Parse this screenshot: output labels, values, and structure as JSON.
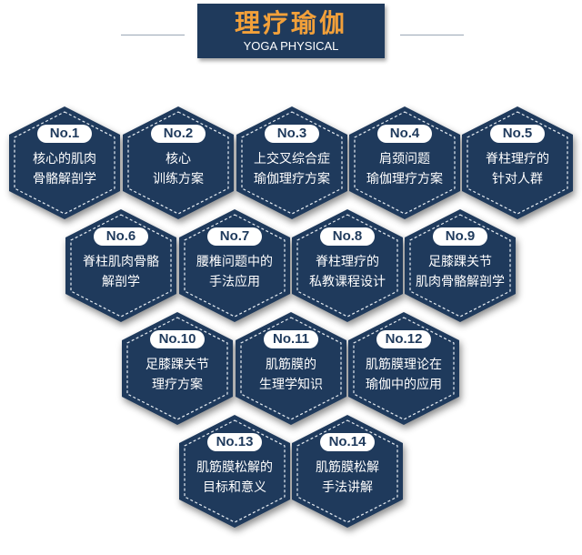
{
  "header": {
    "title": "理疗瑜伽",
    "subtitle": "YOGA PHYSICAL"
  },
  "colors": {
    "hex_fill": "#1f3a5c",
    "hex_dash": "#e6ecf2",
    "title_text": "#f2a03a",
    "badge_bg": "#ffffff"
  },
  "courses": [
    {
      "no": "No.1",
      "line1": "核心的肌肉",
      "line2": "骨骼解剖学"
    },
    {
      "no": "No.2",
      "line1": "核心",
      "line2": "训练方案"
    },
    {
      "no": "No.3",
      "line1": "上交叉综合症",
      "line2": "瑜伽理疗方案"
    },
    {
      "no": "No.4",
      "line1": "肩颈问题",
      "line2": "瑜伽理疗方案"
    },
    {
      "no": "No.5",
      "line1": "脊柱理疗的",
      "line2": "针对人群"
    },
    {
      "no": "No.6",
      "line1": "脊柱肌肉骨骼",
      "line2": "解剖学"
    },
    {
      "no": "No.7",
      "line1": "腰椎问题中的",
      "line2": "手法应用"
    },
    {
      "no": "No.8",
      "line1": "脊柱理疗的",
      "line2": "私教课程设计"
    },
    {
      "no": "No.9",
      "line1": "足膝踝关节",
      "line2": "肌肉骨骼解剖学"
    },
    {
      "no": "No.10",
      "line1": "足膝踝关节",
      "line2": "理疗方案"
    },
    {
      "no": "No.11",
      "line1": "肌筋膜的",
      "line2": "生理学知识"
    },
    {
      "no": "No.12",
      "line1": "肌筋膜理论在",
      "line2": "瑜伽中的应用"
    },
    {
      "no": "No.13",
      "line1": "肌筋膜松解的",
      "line2": "目标和意义"
    },
    {
      "no": "No.14",
      "line1": "肌筋膜松解",
      "line2": "手法讲解"
    }
  ]
}
